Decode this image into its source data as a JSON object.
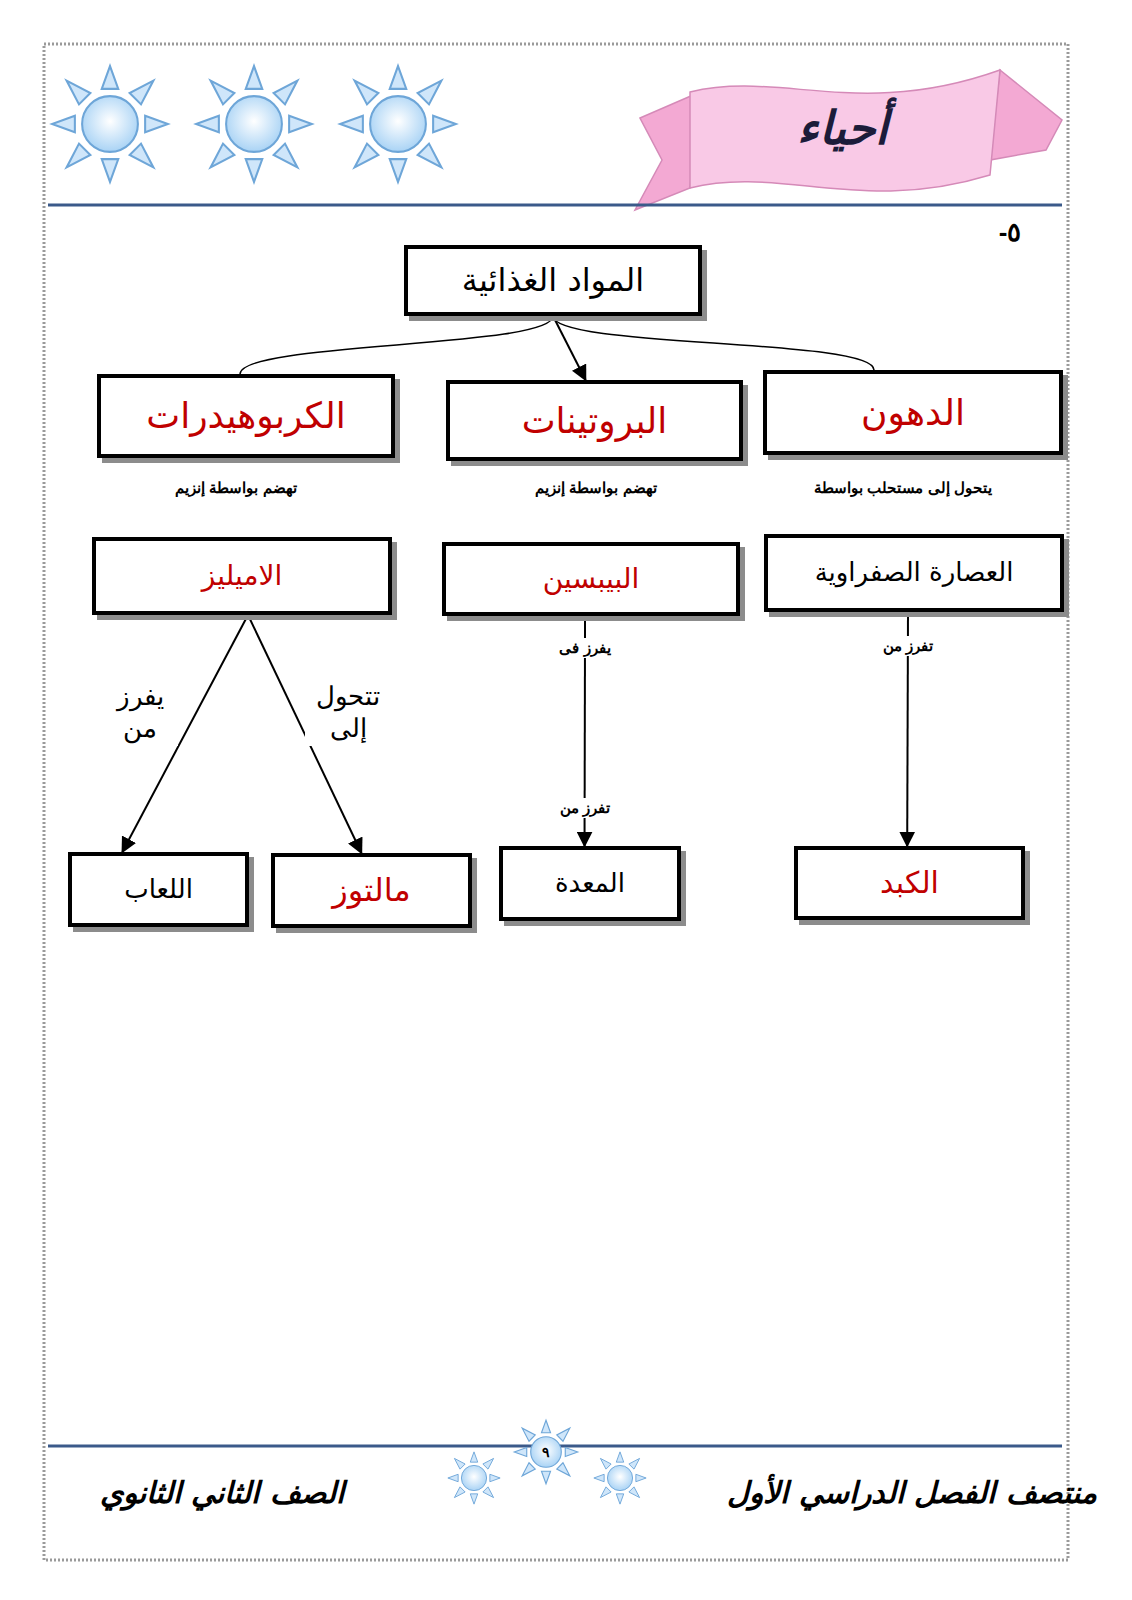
{
  "diagram": {
    "nodes": [
      {
        "text": [
          "المواد الغذائية"
        ]
      },
      {
        "text": [
          "الدهون"
        ]
      },
      {
        "text": [
          "البروتينات"
        ]
      },
      {
        "text": [
          "الكربوهيدرات"
        ]
      },
      {
        "text": [
          "العصارة الصفراوية"
        ]
      },
      {
        "text": [
          "البيبسين"
        ]
      },
      {
        "text": [
          "الاميليز"
        ]
      },
      {
        "text": [
          "الكبد"
        ]
      },
      {
        "text": [
          "المعدة"
        ]
      },
      {
        "text": [
          "مالتوز"
        ]
      },
      {
        "text": [
          "اللعاب"
        ]
      }
    ],
    "edges": [
      {
        "from": 0,
        "to": 1,
        "arrow": "none"
      },
      {
        "from": 0,
        "to": 2,
        "arrow": "to"
      },
      {
        "from": 0,
        "to": 3,
        "arrow": "none"
      },
      {
        "from": 4,
        "to": 7,
        "label": "تفرز من",
        "arrow": "to"
      },
      {
        "from": 5,
        "to": 8,
        "label": "يفرز فى",
        "arrow": "to"
      },
      {
        "from": 6,
        "to": 9,
        "label": "تتحول إلى",
        "arrow": "to"
      },
      {
        "from": 6,
        "to": 10,
        "label": "يفرز من",
        "arrow": "to"
      }
    ],
    "labels": [
      "أحياء",
      "٥-",
      "يتحول إلى مستحلب بواسطة",
      "تهضم بواسطة إنزيم",
      "تهضم بواسطة إنزيم",
      "تفرز من",
      "منتصف الفصل الدراسي الأول",
      "٩",
      "الصف الثاني الثانوي"
    ]
  }
}
